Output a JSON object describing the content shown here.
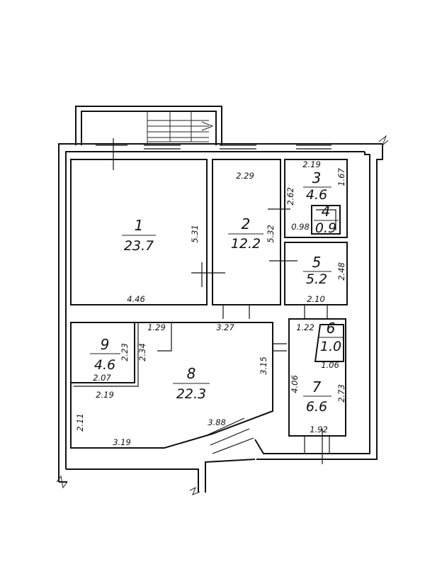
{
  "rooms": [
    {
      "number": "1",
      "area": "23.7"
    },
    {
      "number": "2",
      "area": "12.2"
    },
    {
      "number": "3",
      "area": "4.6"
    },
    {
      "number": "4",
      "area": "0.9"
    },
    {
      "number": "5",
      "area": "5.2"
    },
    {
      "number": "6",
      "area": "1.0"
    },
    {
      "number": "7",
      "area": "6.6"
    },
    {
      "number": "8",
      "area": "22.3"
    },
    {
      "number": "9",
      "area": "4.6"
    }
  ],
  "dimensions": {
    "r1_width": "4.46",
    "r1_height": "5.31",
    "r2_width": "2.29",
    "r2_height": "5.32",
    "r3_width": "2.19",
    "r3_height": "1.67",
    "r3_left": "2.62",
    "r4_width": "0.98",
    "r5_height": "2.48",
    "r5_width": "2.10",
    "r6_width": "1.22",
    "r6_bottom": "1.06",
    "r7_height": "2.73",
    "r7_left": "4.06",
    "r7_width": "1.92",
    "r8_top_left": "1.29",
    "r8_top": "3.27",
    "r8_right": "3.15",
    "r8_door": "3.88",
    "r8_bottom": "3.19",
    "r8_left": "2.11",
    "r8_inner": "2.19",
    "r9_width": "2.07",
    "r9_height": "2.23",
    "r9_side": "2.34"
  }
}
